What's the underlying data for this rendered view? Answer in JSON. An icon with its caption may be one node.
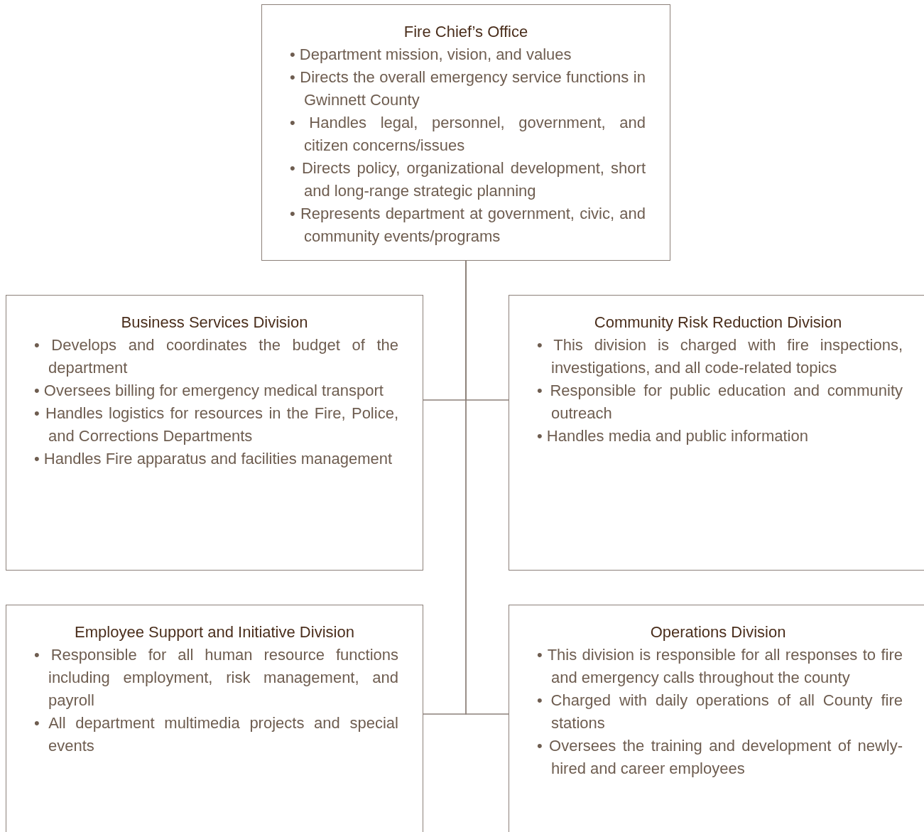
{
  "diagram": {
    "nodes": [
      {
        "text": [
          "Fire Chief’s Office",
          "• Department mission, vision, and values",
          "• Directs the overall emergency service functions in Gwinnett County",
          "• Handles legal, personnel, government, and citizen concerns/issues",
          "• Directs policy, organizational development, short and long-range strategic planning",
          "• Represents department at government, civic, and community events/programs"
        ]
      },
      {
        "text": [
          "Business Services Division",
          "• Develops and coordinates the budget of the department",
          "• Oversees billing for emergency medical transport",
          "• Handles logistics for resources in the Fire, Police, and Corrections Departments",
          "• Handles Fire apparatus and facilities management"
        ]
      },
      {
        "text": [
          "Community Risk Reduction Division",
          "• This division is charged with fire inspections, investigations, and all code-related topics",
          "• Responsible for public education and community outreach",
          "• Handles media and public information"
        ]
      },
      {
        "text": [
          "Employee Support and Initiative Division",
          "• Responsible for all human resource functions including employment, risk management, and payroll",
          "• All department multimedia projects and special events"
        ]
      },
      {
        "text": [
          "Operations Division",
          "• This division is responsible for all responses to fire and emergency calls throughout the county",
          "• Charged with daily operations of all County fire stations",
          "• Oversees the training and development of newly-hired and career employees"
        ]
      }
    ],
    "edges": [
      {
        "from": 0,
        "to": 1,
        "arrow": "none"
      },
      {
        "from": 0,
        "to": 2,
        "arrow": "none"
      },
      {
        "from": 0,
        "to": 3,
        "arrow": "none"
      },
      {
        "from": 0,
        "to": 4,
        "arrow": "none"
      }
    ]
  }
}
